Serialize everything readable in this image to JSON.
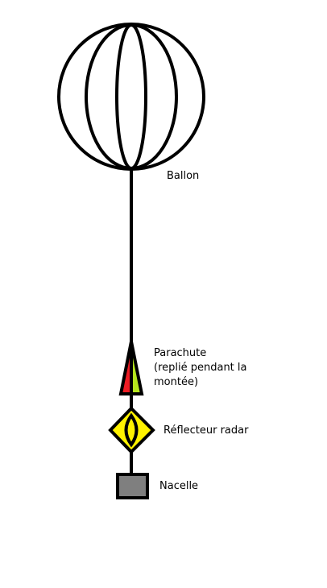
{
  "labels": {
    "balloon": "Ballon",
    "parachute": {
      "line1": "Parachute",
      "line2": "(replié pendant la",
      "line3": "montée)"
    },
    "reflector": "Réflecteur radar",
    "gondola": "Nacelle"
  },
  "colors": {
    "stroke": "#000000",
    "parachute_left": "#ee1c24",
    "parachute_right": "#b5e61d",
    "reflector_fill": "#fff200",
    "gondola_fill": "#7f7f7f"
  }
}
